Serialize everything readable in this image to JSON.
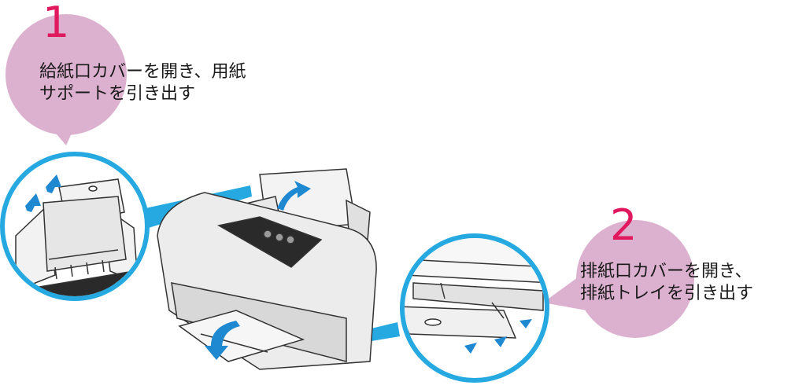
{
  "steps": [
    {
      "number": "1",
      "lines": [
        "給紙口カバーを開き、用紙",
        "サポートを引き出す"
      ]
    },
    {
      "number": "2",
      "lines": [
        "排紙口カバーを開き、",
        "排紙トレイを引き出す"
      ]
    }
  ],
  "colors": {
    "bubble_pink": "#dcb0cf",
    "number_red": "#e0195e",
    "callout_blue": "#26a9e0",
    "arrow_blue": "#1e88d0",
    "printer_body": "#e8e8e8",
    "printer_dark": "#2a2a2a"
  }
}
